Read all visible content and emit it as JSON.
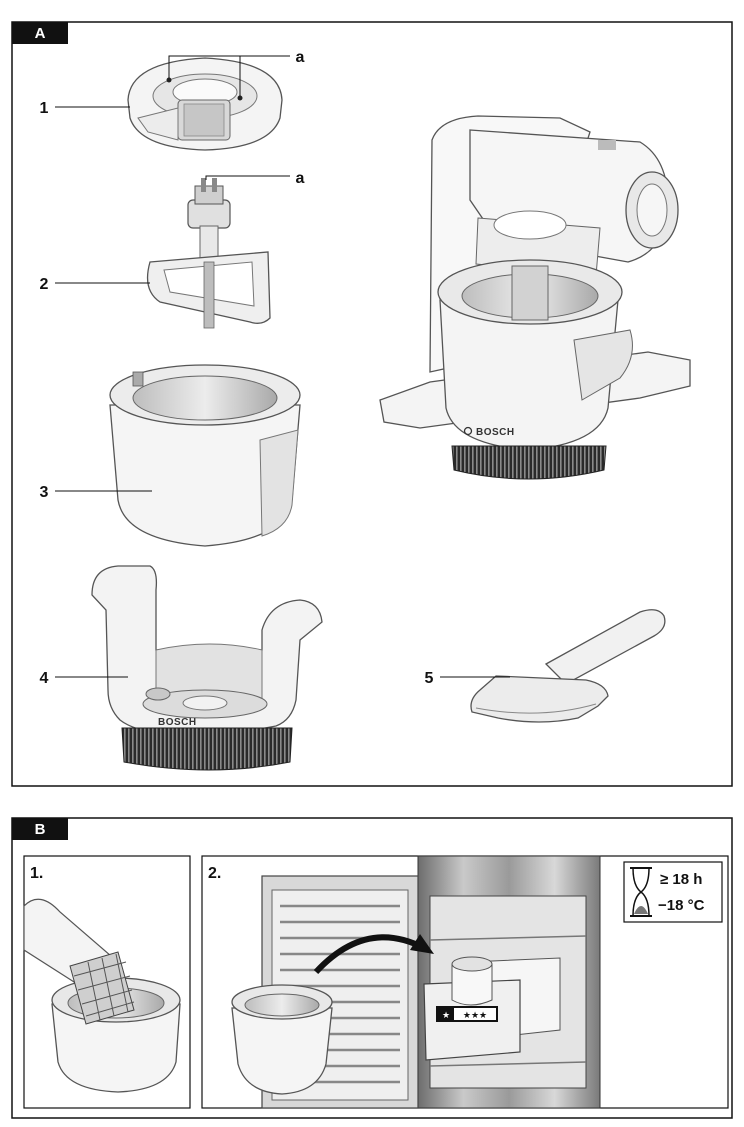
{
  "panel_a": {
    "tab_label": "A",
    "callouts": {
      "part1": "1",
      "part2": "2",
      "part3": "3",
      "part4": "4",
      "part5": "5",
      "marker_a_top": "a",
      "marker_a_dasher": "a"
    },
    "brand_bowl_holder": "BOSCH",
    "brand_machine": "BOSCH"
  },
  "panel_b": {
    "tab_label": "B",
    "step1_label": "1.",
    "step2_label": "2.",
    "freeze_time": "≥ 18 h",
    "freeze_temp": "−18 °C",
    "icons": [
      "hourglass-icon",
      "freezer-star-icon",
      "curved-arrow-icon"
    ]
  }
}
